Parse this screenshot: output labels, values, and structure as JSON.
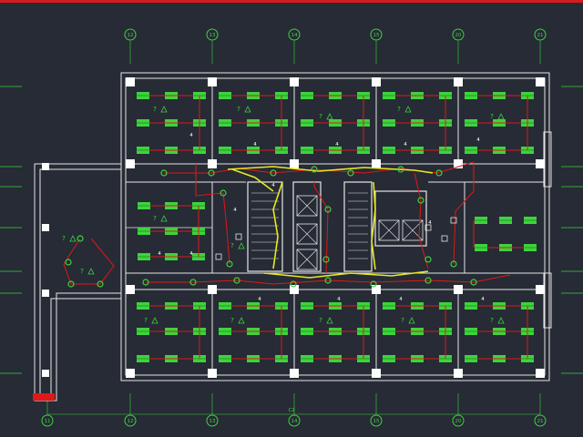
{
  "canvas": {
    "background": "#262b35",
    "top_bar_color": "#d41c1c"
  },
  "colors": {
    "wall": "#e6e6e6",
    "column": "#ffffff",
    "fixture": "#3dd43d",
    "cable_red": "#e01818",
    "cable_yellow": "#e8e820",
    "grid_line": "#3dd43d",
    "marker": "#3dd43d",
    "text": "#ffffff"
  },
  "grid_axes": {
    "top": [
      "12",
      "13",
      "14",
      "15",
      "20",
      "21"
    ],
    "bottom": [
      "11",
      "12",
      "13",
      "14",
      "15",
      "20",
      "21"
    ]
  },
  "center_label": "C2",
  "room_tag": "?",
  "circuit_no": "4",
  "icons": [
    "light-fixture-icon",
    "occupancy-sensor-icon",
    "junction-box-icon",
    "emergency-light-icon"
  ]
}
